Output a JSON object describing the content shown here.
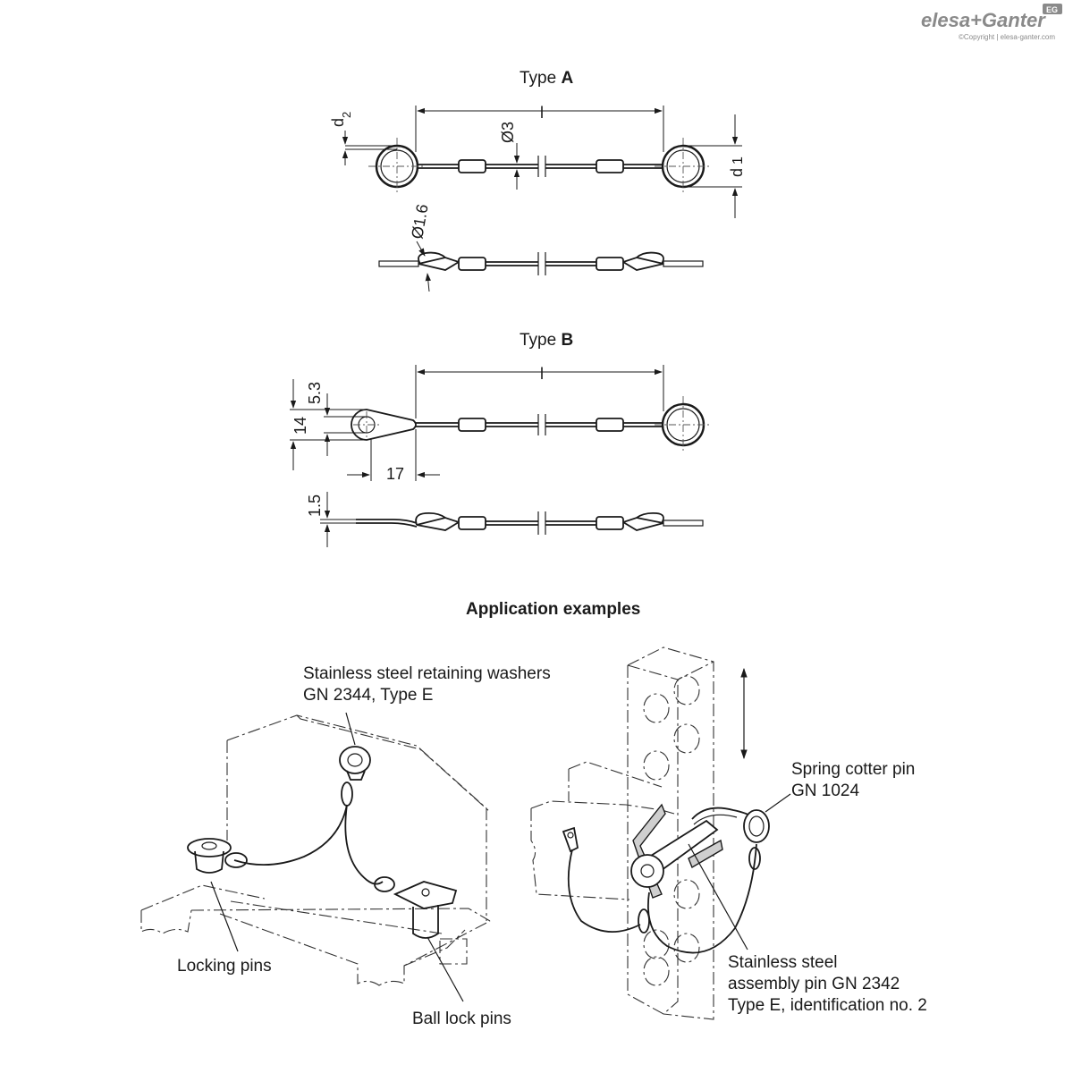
{
  "brand": {
    "logo_text": "elesa+Ganter",
    "copyright": "©Copyright | elesa-ganter.com",
    "badge": "EG"
  },
  "type_a": {
    "prefix": "Type ",
    "letter": "A",
    "dims": {
      "l": "l",
      "d1": "d",
      "d1_sub": "1",
      "d2": "d",
      "d2_sub": "2",
      "wire": "Ø3",
      "wire_side": "Ø1.6"
    }
  },
  "type_b": {
    "prefix": "Type ",
    "letter": "B",
    "dims": {
      "l": "l",
      "hole": "5.3",
      "width": "14",
      "length": "17",
      "thickness": "1.5"
    }
  },
  "application": {
    "title": "Application examples",
    "labels": {
      "washers_1": "Stainless steel retaining washers",
      "washers_2": "GN 2344, Type E",
      "locking_pins": "Locking pins",
      "ball_lock_pins": "Ball lock pins",
      "cotter_1": "Spring cotter pin",
      "cotter_2": "GN 1024",
      "assembly_1": "Stainless steel",
      "assembly_2": "assembly pin GN 2342",
      "assembly_3": "Type E, identification no. 2"
    }
  },
  "colors": {
    "line": "#1a1a1a",
    "logo_grey": "#8a8a8a"
  }
}
